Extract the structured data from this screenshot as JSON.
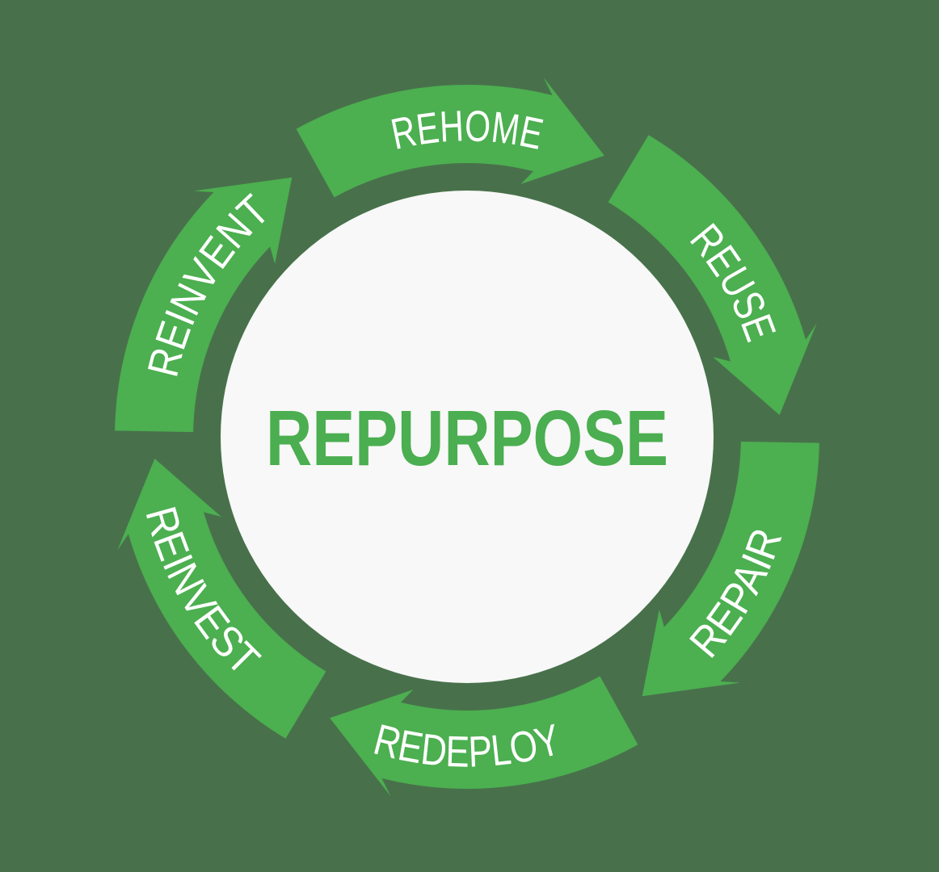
{
  "background_color": "#48714b",
  "diagram": {
    "center_label": "REPURPOSE",
    "center_label_color": "#4bae50",
    "inner_circle_color": "#f7f8f7",
    "arrow_color": "#4caf50",
    "label_color": "#ffffff",
    "flow_direction": "clockwise",
    "segments": [
      {
        "label": "REHOME",
        "position": "top",
        "angle": 270
      },
      {
        "label": "REUSE",
        "position": "top-right",
        "angle": 330
      },
      {
        "label": "REPAIR",
        "position": "bottom-right",
        "angle": 30
      },
      {
        "label": "REDEPLOY",
        "position": "bottom",
        "angle": 90
      },
      {
        "label": "REINVEST",
        "position": "bottom-left",
        "angle": 150
      },
      {
        "label": "REINVENT",
        "position": "top-left",
        "angle": 210
      }
    ]
  }
}
